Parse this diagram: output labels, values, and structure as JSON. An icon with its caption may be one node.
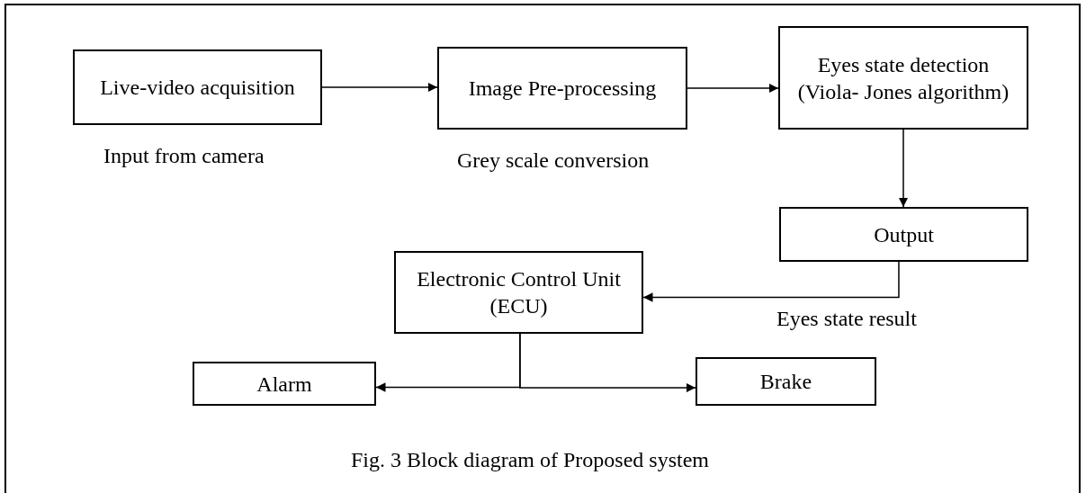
{
  "diagram": {
    "caption": "Fig. 3 Block diagram of Proposed system",
    "nodes": [
      {
        "text": [
          "Live-video acquisition"
        ],
        "beside": [
          "Input from camera"
        ]
      },
      {
        "text": [
          "Image Pre-processing"
        ],
        "beside": [
          "Grey scale conversion"
        ]
      },
      {
        "text": [
          "Eyes state detection (Viola- Jones algorithm)"
        ]
      },
      {
        "text": [
          "Output"
        ]
      },
      {
        "text": [
          "Electronic Control Unit (ECU)"
        ]
      },
      {
        "text": [
          "Alarm"
        ]
      },
      {
        "text": [
          "Brake"
        ]
      }
    ],
    "edges": [
      {
        "from": 0,
        "to": 1,
        "arrow": "to"
      },
      {
        "from": 1,
        "to": 2,
        "arrow": "to"
      },
      {
        "from": 2,
        "to": 3,
        "arrow": "to"
      },
      {
        "from": 3,
        "to": 4,
        "arrow": "to",
        "label": "Eyes state result"
      },
      {
        "from": 4,
        "to": 5,
        "arrow": "to"
      },
      {
        "from": 4,
        "to": 6,
        "arrow": "to"
      }
    ]
  }
}
